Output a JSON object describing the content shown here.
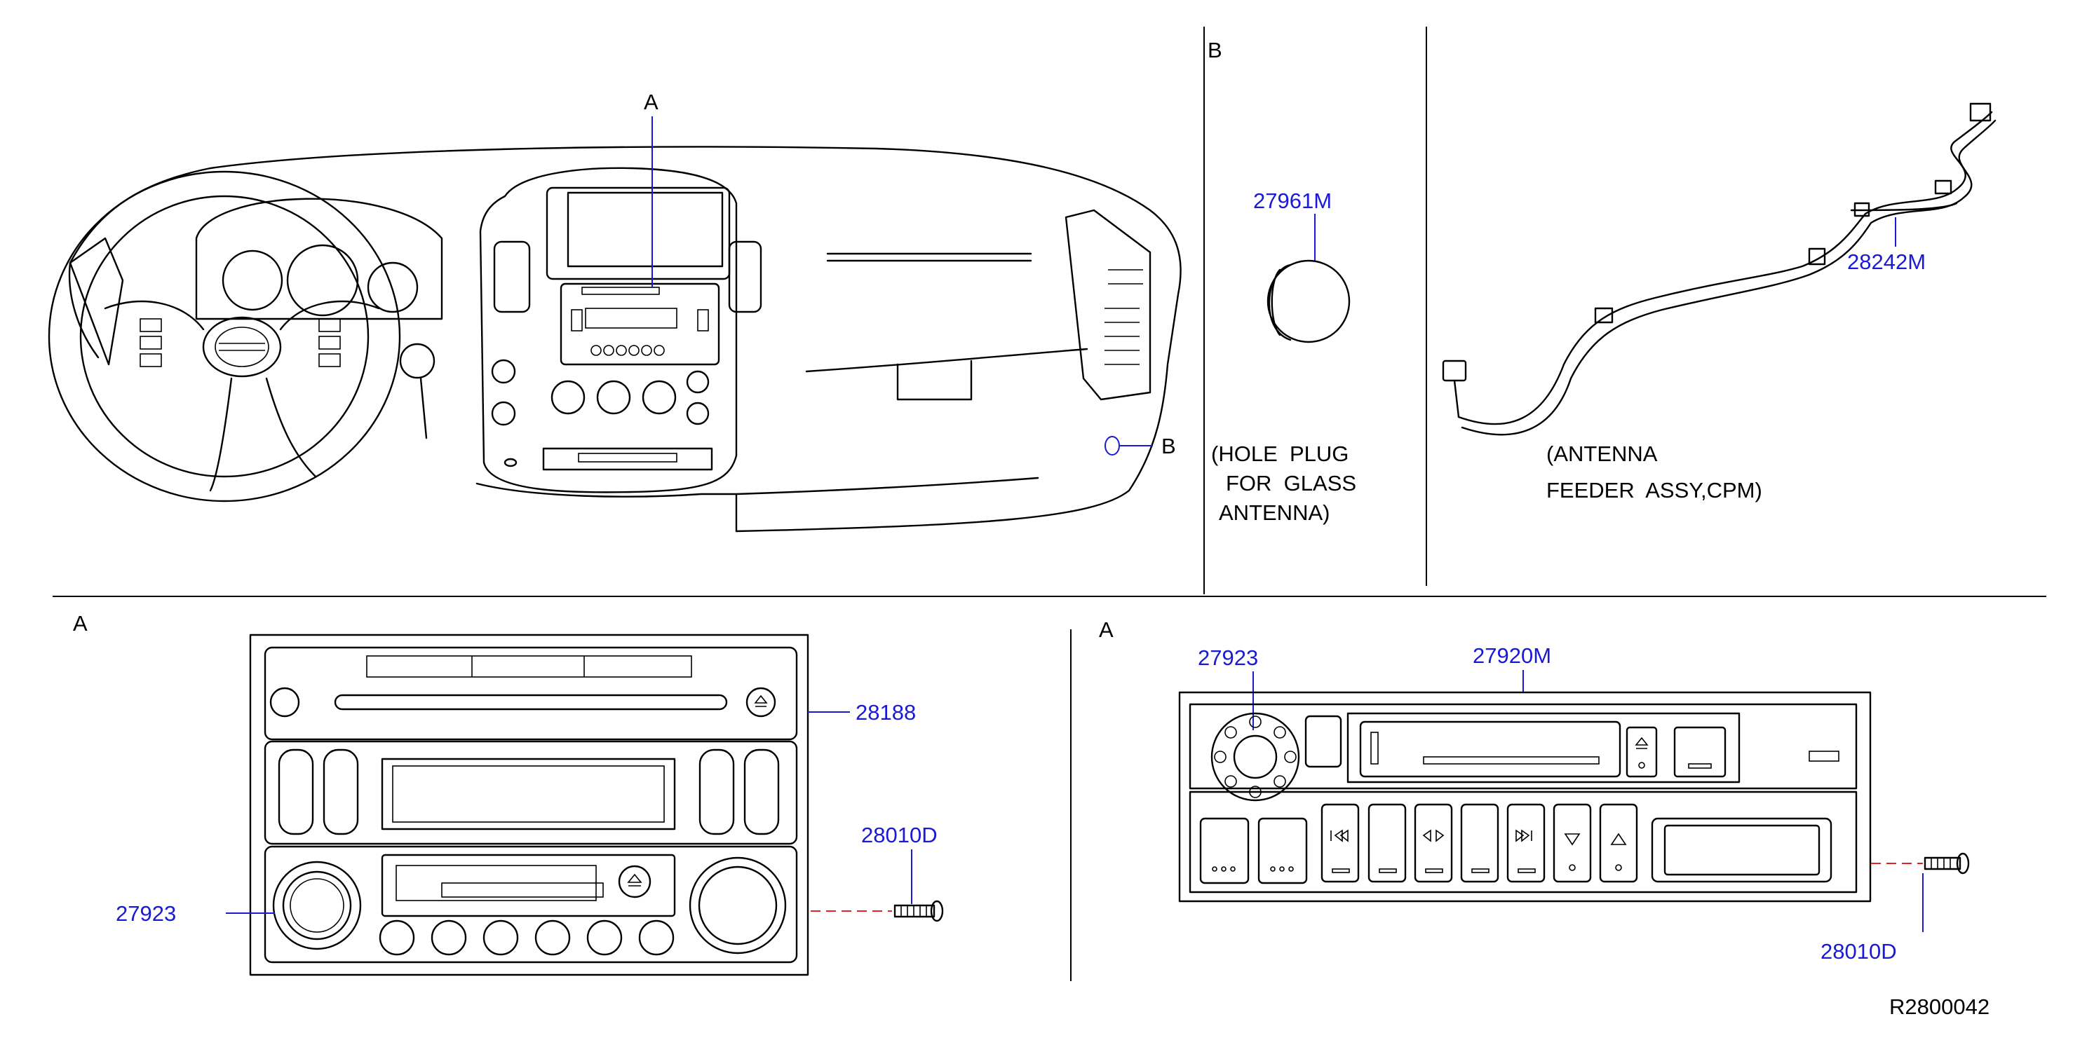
{
  "diagram_id": "R2800042",
  "view_markers": {
    "a_callout": "A",
    "b_callout": "B",
    "panel_b_title": "B",
    "panel_a1_title": "A",
    "panel_a2_title": "A"
  },
  "parts": {
    "hole_plug": {
      "part_no": "27961M",
      "desc_lines": [
        "(HOLE  PLUG",
        "FOR  GLASS",
        "ANTENNA)"
      ]
    },
    "antenna_feeder": {
      "part_no": "28242M",
      "desc_lines": [
        "(ANTENNA",
        "FEEDER  ASSY,CPM)"
      ]
    },
    "radio_faceplate": {
      "part_no": "28188"
    },
    "screw_a1": {
      "part_no": "28010D"
    },
    "knob_a1": {
      "part_no": "27923"
    },
    "radio_unit": {
      "part_no": "27920M"
    },
    "knob_a2": {
      "part_no": "27923"
    },
    "screw_a2": {
      "part_no": "28010D"
    }
  },
  "colors": {
    "part_number": "#1a1ad4",
    "leader": "#1a1ad4",
    "mount_line": "#e0242a",
    "line": "#000000"
  }
}
